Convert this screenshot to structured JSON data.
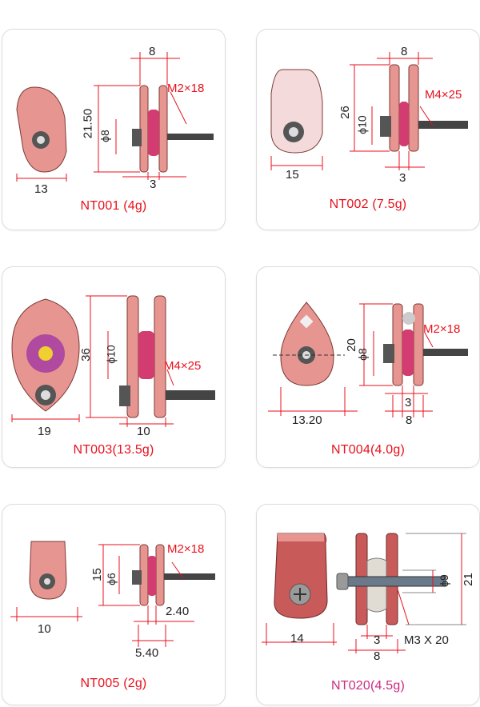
{
  "colors": {
    "accent": "#e8101c",
    "part": "#e79590",
    "part_light": "#f4dada",
    "wheel": "#d23c70",
    "bolt": "#444444"
  },
  "parts": [
    {
      "id": "nt001",
      "caption": "NT001 (4g)",
      "dims": {
        "width": "13",
        "top": "8",
        "bottom": "3",
        "height": "21.50",
        "dia": "ϕ8",
        "bolt": "M2×18"
      }
    },
    {
      "id": "nt002",
      "caption": "NT002 (7.5g)",
      "dims": {
        "width": "15",
        "top": "8",
        "bottom": "3",
        "height": "26",
        "dia": "ϕ10",
        "bolt": "M4×25"
      }
    },
    {
      "id": "nt003",
      "caption": "NT003(13.5g)",
      "dims": {
        "width": "19",
        "bottom": "10",
        "height": "36",
        "dia": "ϕ10",
        "bolt": "M4×25"
      }
    },
    {
      "id": "nt004",
      "caption": "NT004(4.0g)",
      "dims": {
        "width": "13.20",
        "b1": "3",
        "b2": "8",
        "height": "20",
        "dia": "ϕ8",
        "bolt": "M2×18"
      }
    },
    {
      "id": "nt005",
      "caption": "NT005 (2g)",
      "dims": {
        "width": "10",
        "b1": "2.40",
        "b2": "5.40",
        "height": "15",
        "dia": "ϕ6",
        "bolt": "M2×18"
      }
    },
    {
      "id": "nt020",
      "caption": "NT020(4.5g)",
      "dims": {
        "width": "14",
        "b1": "3",
        "b2": "8",
        "height": "21",
        "dia": "ϕ9",
        "bolt": "M3 X 20"
      }
    }
  ]
}
